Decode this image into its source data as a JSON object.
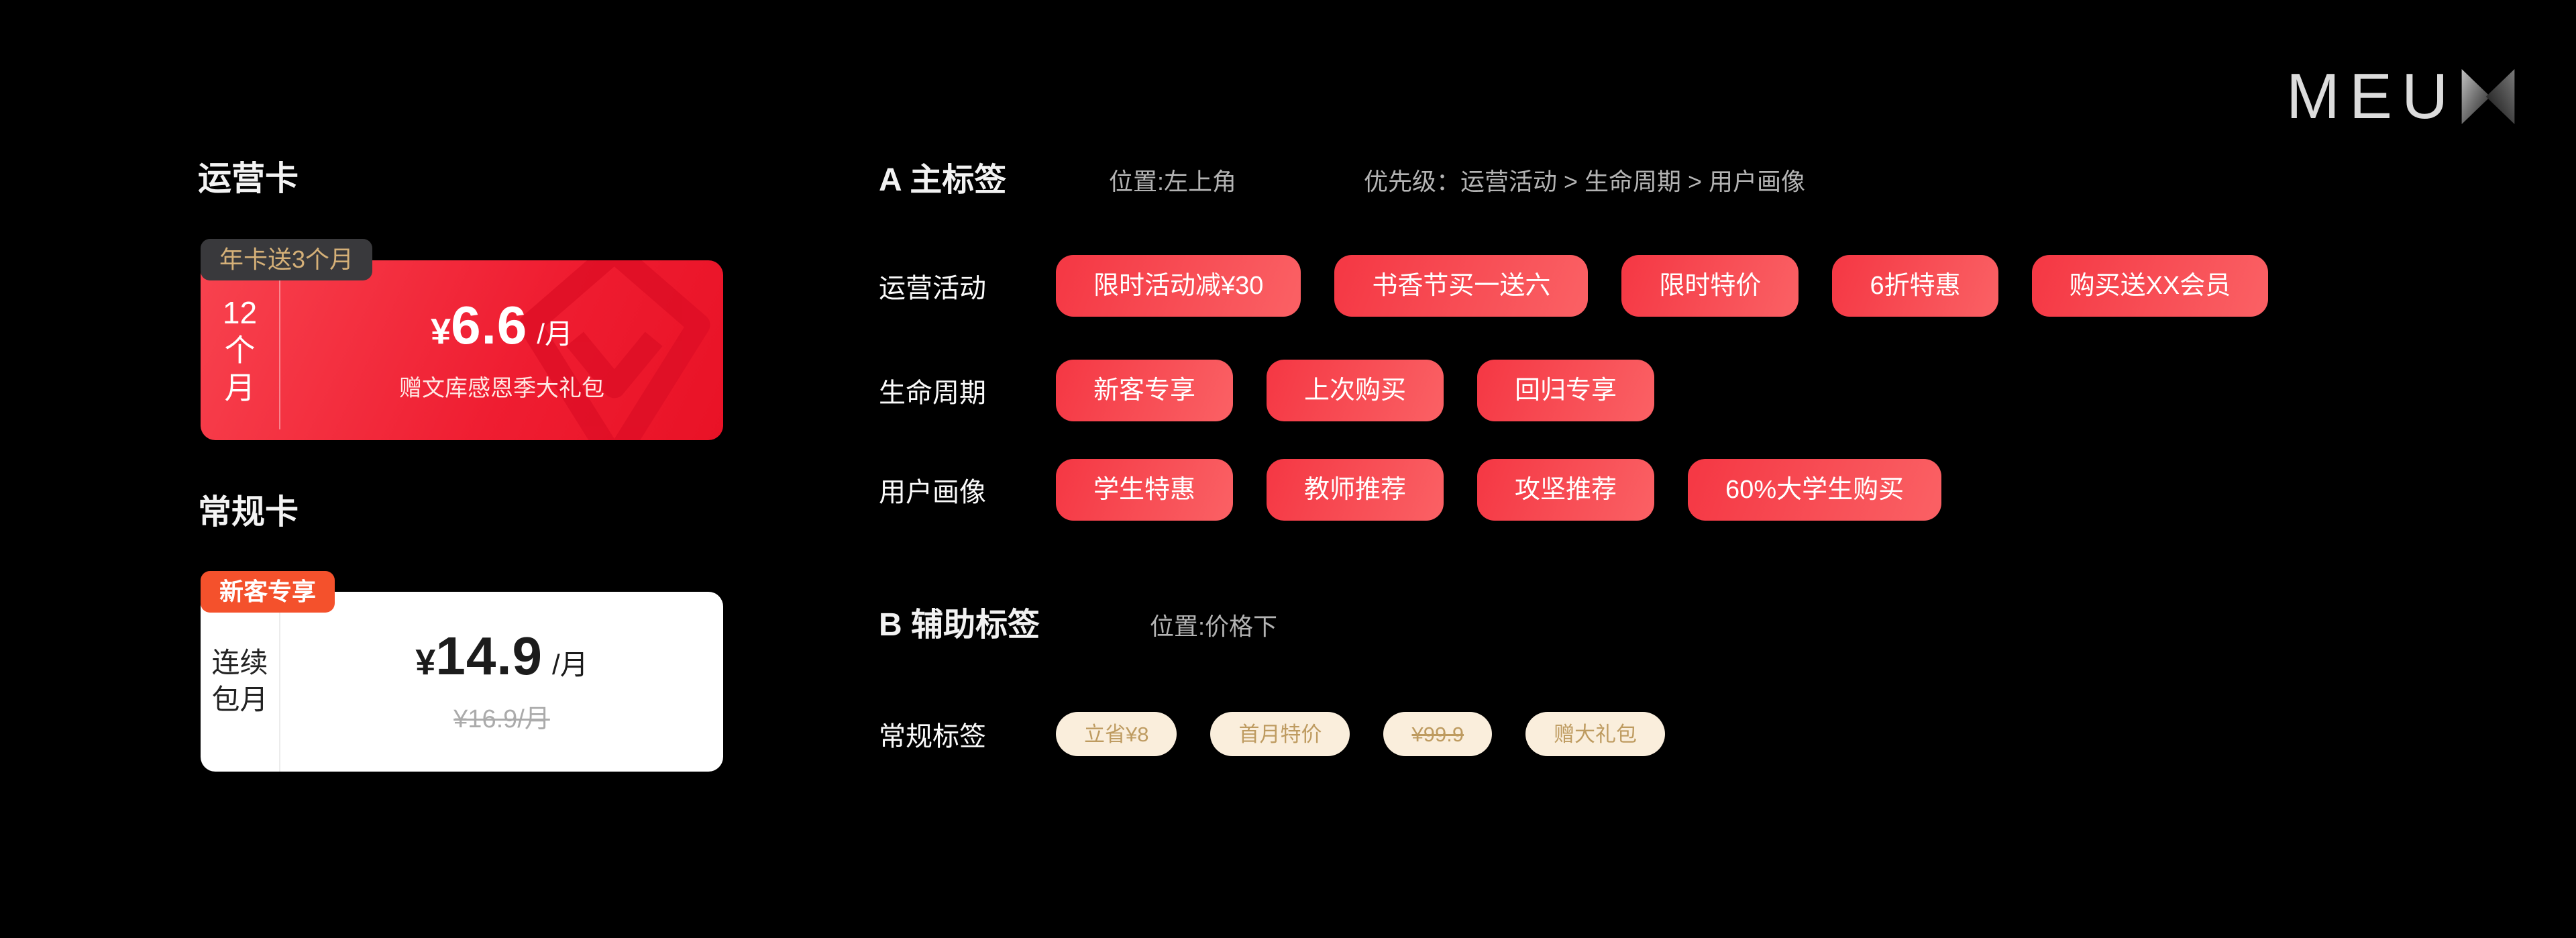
{
  "logo": {
    "text": "MEU",
    "x_letter": "X"
  },
  "left": {
    "operation_title": "运营卡",
    "operation_card": {
      "badge": "年卡送3个月",
      "duration_lines": [
        "12",
        "个",
        "月"
      ],
      "currency": "¥",
      "price": "6.6",
      "unit": "/月",
      "benefit": "赠文库感恩季大礼包"
    },
    "regular_title": "常规卡",
    "regular_card": {
      "badge": "新客专享",
      "duration_lines": [
        "连续",
        "包月"
      ],
      "currency": "¥",
      "price": "14.9",
      "unit": "/月",
      "original_price": "¥16.9/月"
    }
  },
  "right": {
    "section_a": {
      "title": "A 主标签",
      "position_note": "位置:左上角",
      "priority_note": "优先级：运营活动 > 生命周期 > 用户画像"
    },
    "rows": [
      {
        "label": "运营活动",
        "tags": [
          "限时活动减¥30",
          "书香节买一送六",
          "限时特价",
          "6折特惠",
          "购买送XX会员"
        ]
      },
      {
        "label": "生命周期",
        "tags": [
          "新客专享",
          "上次购买",
          "回归专享"
        ]
      },
      {
        "label": "用户画像",
        "tags": [
          "学生特惠",
          "教师推荐",
          "攻坚推荐",
          "60%大学生购买"
        ]
      }
    ],
    "section_b": {
      "title": "B 辅助标签",
      "position_note": "位置:价格下"
    },
    "aux_row": {
      "label": "常规标签",
      "tags": [
        {
          "text": "立省¥8",
          "strike": false
        },
        {
          "text": "首月特价",
          "strike": false
        },
        {
          "text": "¥99.9",
          "strike": true
        },
        {
          "text": "赠大礼包",
          "strike": false
        }
      ]
    }
  },
  "colors": {
    "background": "#000000",
    "main_tag_gradient_start": "#F53945",
    "main_tag_gradient_end": "#FA5F63",
    "operation_card_gradient_start": "#F8434F",
    "operation_card_gradient_end": "#E91226",
    "dark_badge_bg": "#39393C",
    "dark_badge_text": "#D5B078",
    "orange_badge_bg": "#F4512C",
    "aux_tag_bg": "#FAEEDC",
    "aux_tag_text": "#BE9B60"
  }
}
